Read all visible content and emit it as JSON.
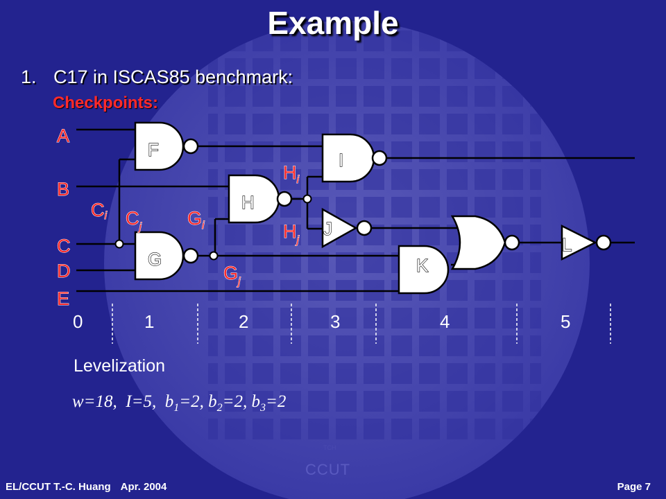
{
  "slide": {
    "title": "Example",
    "item_number": "1.",
    "item_text": "C17 in ISCAS85 benchmark:",
    "checkpoints_label": "Checkpoints:",
    "levelization_label": "Levelization",
    "formula": {
      "w": "w=18,",
      "I": "I=5,",
      "b1": "b",
      "b1_sub": "1",
      "b1_val": "=2,",
      "b2": "b",
      "b2_sub": "2",
      "b2_val": "=2,",
      "b3": "b",
      "b3_sub": "3",
      "b3_val": "=2"
    },
    "footer_left": "EL/CCUT T.-C. Huang",
    "footer_date": "Apr. 2004",
    "footer_right": "Page  7",
    "watermark_small": "TCH",
    "watermark_big": "CCUT"
  },
  "circuit": {
    "inputs": [
      "A",
      "B",
      "C",
      "D",
      "E"
    ],
    "gates": {
      "F": "F",
      "G": "G",
      "H": "H",
      "I": "I",
      "J": "J",
      "K": "K",
      "L": "L"
    },
    "checkpoints": [
      {
        "name": "C",
        "sub": "i"
      },
      {
        "name": "C",
        "sub": "j"
      },
      {
        "name": "G",
        "sub": "i"
      },
      {
        "name": "G",
        "sub": "j"
      },
      {
        "name": "H",
        "sub": "i"
      },
      {
        "name": "H",
        "sub": "j"
      }
    ],
    "levels": [
      "0",
      "1",
      "2",
      "3",
      "4",
      "5"
    ]
  },
  "colors": {
    "background": "#23238f",
    "accent_red": "#ff2a2a",
    "gate_fill": "#ffffff"
  }
}
